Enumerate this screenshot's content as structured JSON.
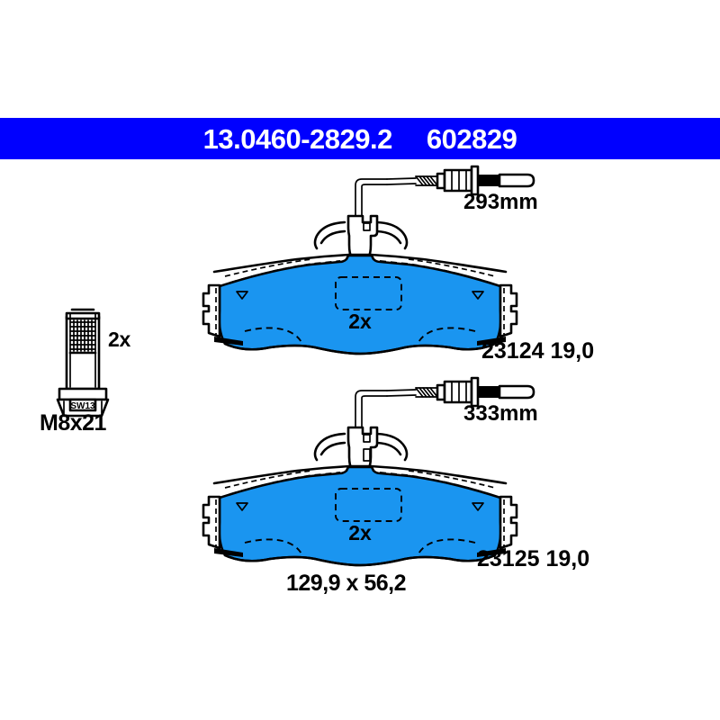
{
  "header": {
    "part_number": "13.0460-2829.2",
    "reference_number": "602829",
    "bar_color": "#0000ff",
    "text_color": "#ffffff"
  },
  "diagram": {
    "pad_fill_color": "#1a95f0",
    "line_color": "#000000",
    "overall_dimensions": "129,9 x 56,2"
  },
  "hardware": {
    "bolt": {
      "quantity": "2x",
      "size_label": "M8x21",
      "wrench_size": "SW13"
    }
  },
  "pads": [
    {
      "quantity": "2x",
      "part_code": "23124",
      "thickness": "19,0",
      "part_and_thickness": "23124 19,0",
      "sensor_length": "293mm"
    },
    {
      "quantity": "2x",
      "part_code": "23125",
      "thickness": "19,0",
      "part_and_thickness": "23125 19,0",
      "sensor_length": "333mm"
    }
  ]
}
